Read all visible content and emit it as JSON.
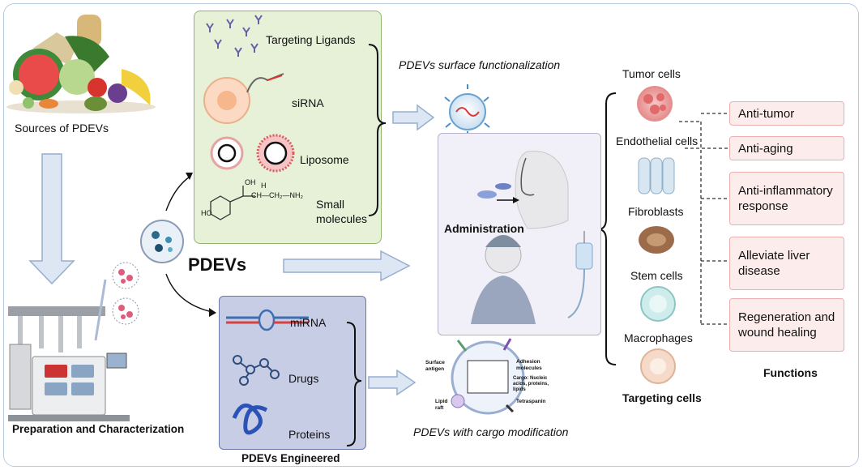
{
  "sources_label": "Sources of PDEVs",
  "prep_label": "Preparation and Characterization",
  "pdevs_label": "PDEVs",
  "surface": {
    "items": [
      "Targeting Ligands",
      "siRNA",
      "Liposome",
      "Small",
      "molecules"
    ],
    "caption": "PDEVs surface functionalization",
    "chem_oh": "OH",
    "chem_h": "H",
    "chem_ch": "CH—CH₂—NH₂",
    "chem_ho": "HO"
  },
  "engineered": {
    "items": [
      "miRNA",
      "Drugs",
      "Proteins"
    ],
    "caption": "PDEVs Engineered",
    "cargo_caption": "PDEVs with cargo modification",
    "vesicle_labels": {
      "surface_antigen": "Surface antigen",
      "adhesion": "Adhesion molecules",
      "cargo": "Cargo: Nucleic acids, proteins, lipids",
      "lipid_raft": "Lipid raft",
      "tetraspanin": "Tetraspanin"
    }
  },
  "administration_label": "Administration",
  "targeting": {
    "cells": [
      "Tumor cells",
      "Endothelial cells",
      "Fibroblasts",
      "Stem cells",
      "Macrophages"
    ],
    "title": "Targeting cells"
  },
  "functions": {
    "items": [
      "Anti-tumor",
      "Anti-aging",
      "Anti-inflammatory response",
      "Alleviate liver disease",
      "Regeneration and wound healing"
    ],
    "title": "Functions"
  }
}
